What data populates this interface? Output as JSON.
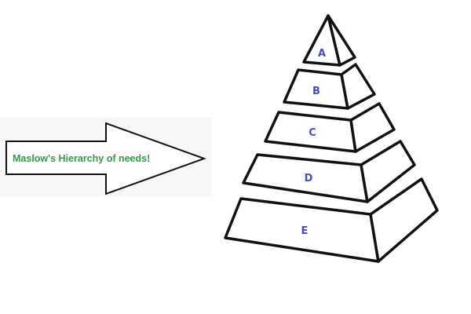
{
  "arrow": {
    "label": "Maslow's Hierarchy of needs!",
    "text_color": "#2e9e44"
  },
  "pyramid": {
    "label_color": "#4a4ab8",
    "tiers": [
      {
        "label": "A"
      },
      {
        "label": "B"
      },
      {
        "label": "C"
      },
      {
        "label": "D"
      },
      {
        "label": "E"
      }
    ]
  }
}
